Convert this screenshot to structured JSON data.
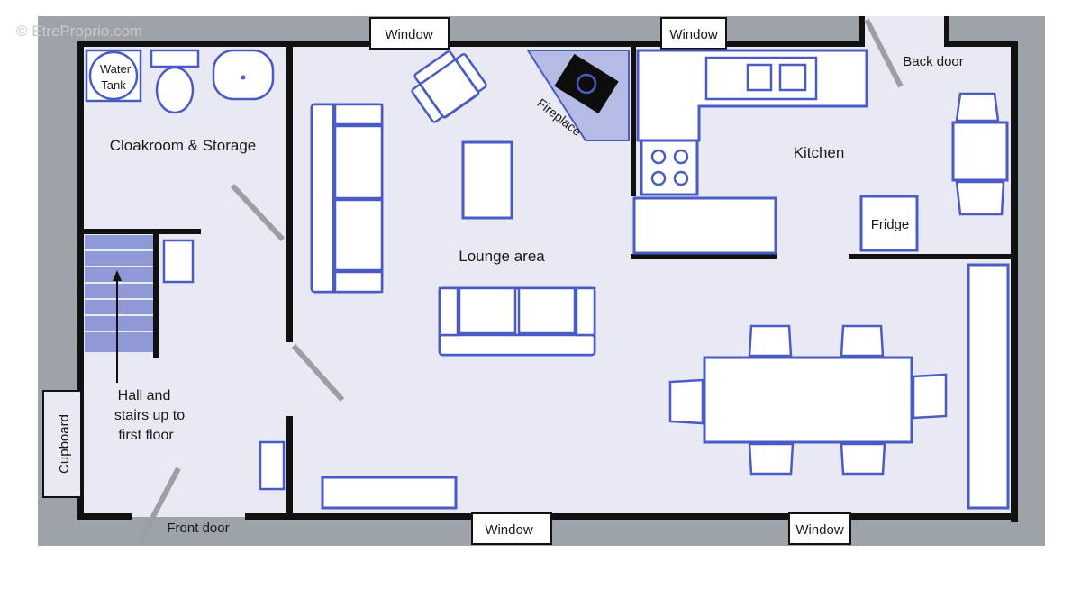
{
  "watermark": "© EtreProprio.com",
  "rooms": {
    "cloakroom": "Cloakroom & Storage",
    "lounge": "Lounge area",
    "kitchen": "Kitchen",
    "hall_line1": "Hall and",
    "hall_line2": "stairs up to",
    "hall_line3": "first floor"
  },
  "labels": {
    "water_tank_line1": "Water",
    "water_tank_line2": "Tank",
    "fireplace": "Fireplace",
    "fridge": "Fridge",
    "cupboard": "Cupboard",
    "back_door": "Back door",
    "front_door": "Front door"
  },
  "windows": {
    "top_left": "Window",
    "top_right": "Window",
    "bottom_left": "Window",
    "bottom_right": "Window"
  },
  "colors": {
    "outer_wall": "#9ea2a9",
    "floor": "#e9e9f3",
    "interior_wall": "#111111",
    "furniture_outline": "#4a5bc4",
    "stairs": "#8f99d8",
    "fireplace_surround": "#b4bce6"
  }
}
